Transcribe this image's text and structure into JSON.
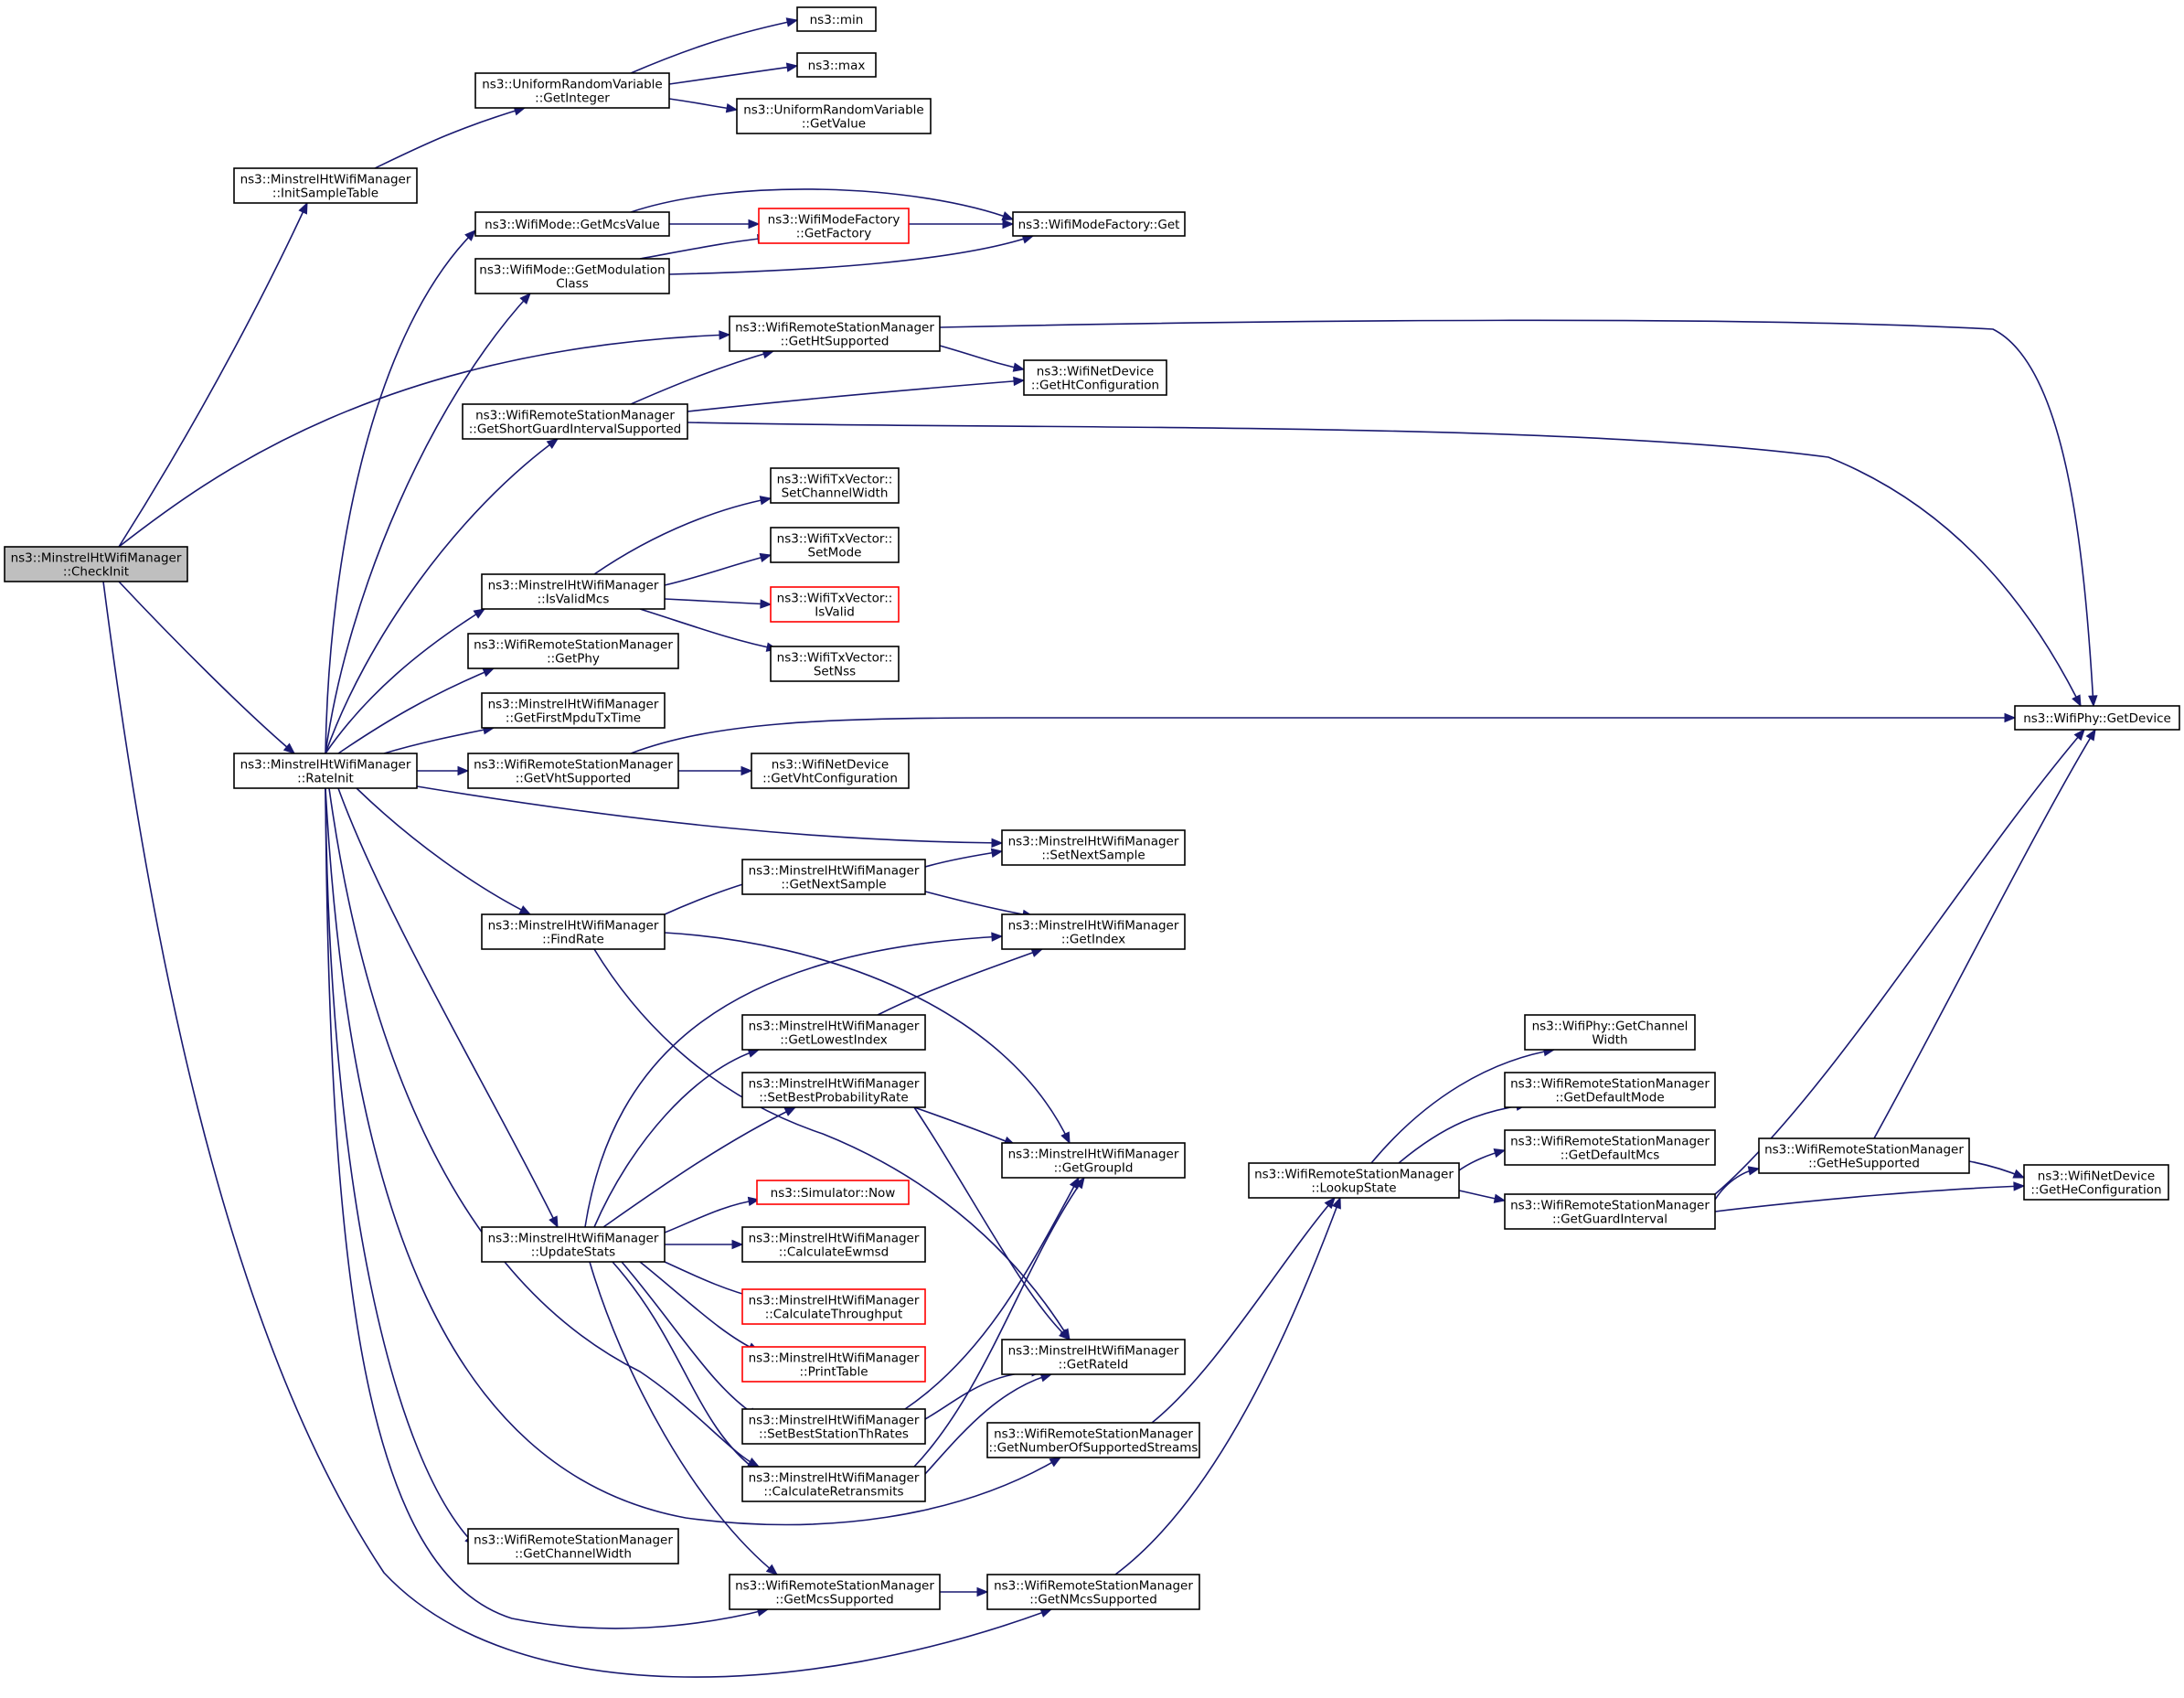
{
  "graph": {
    "colors": {
      "edge": "#191970",
      "box": "#000000",
      "highlight_box": "#ff0000",
      "root_fill": "#bfbfbf"
    },
    "nodes": [
      {
        "id": "CheckInit",
        "lines": [
          "ns3::MinstrelHtWifiManager",
          "::CheckInit"
        ],
        "style": "root"
      },
      {
        "id": "InitSampleTable",
        "lines": [
          "ns3::MinstrelHtWifiManager",
          "::InitSampleTable"
        ],
        "style": "normal"
      },
      {
        "id": "URV_GetInteger",
        "lines": [
          "ns3::UniformRandomVariable",
          "::GetInteger"
        ],
        "style": "normal"
      },
      {
        "id": "min",
        "lines": [
          "ns3::min"
        ],
        "style": "normal"
      },
      {
        "id": "max",
        "lines": [
          "ns3::max"
        ],
        "style": "normal"
      },
      {
        "id": "URV_GetValue",
        "lines": [
          "ns3::UniformRandomVariable",
          "::GetValue"
        ],
        "style": "normal"
      },
      {
        "id": "GetMcsValue",
        "lines": [
          "ns3::WifiMode::GetMcsValue"
        ],
        "style": "normal"
      },
      {
        "id": "GetFactory",
        "lines": [
          "ns3::WifiModeFactory",
          "::GetFactory"
        ],
        "style": "red"
      },
      {
        "id": "WMF_Get",
        "lines": [
          "ns3::WifiModeFactory::Get"
        ],
        "style": "normal"
      },
      {
        "id": "GetModulationClass",
        "lines": [
          "ns3::WifiMode::GetModulation",
          "Class"
        ],
        "style": "normal"
      },
      {
        "id": "GetHtSupported",
        "lines": [
          "ns3::WifiRemoteStationManager",
          "::GetHtSupported"
        ],
        "style": "normal"
      },
      {
        "id": "GetHtConfiguration",
        "lines": [
          "ns3::WifiNetDevice",
          "::GetHtConfiguration"
        ],
        "style": "normal"
      },
      {
        "id": "GetSGISupported",
        "lines": [
          "ns3::WifiRemoteStationManager",
          "::GetShortGuardIntervalSupported"
        ],
        "style": "normal"
      },
      {
        "id": "SetChannelWidth",
        "lines": [
          "ns3::WifiTxVector::",
          "SetChannelWidth"
        ],
        "style": "normal"
      },
      {
        "id": "SetMode",
        "lines": [
          "ns3::WifiTxVector::",
          "SetMode"
        ],
        "style": "normal"
      },
      {
        "id": "IsValidMcs",
        "lines": [
          "ns3::MinstrelHtWifiManager",
          "::IsValidMcs"
        ],
        "style": "normal"
      },
      {
        "id": "IsValid",
        "lines": [
          "ns3::WifiTxVector::",
          "IsValid"
        ],
        "style": "red"
      },
      {
        "id": "GetPhy",
        "lines": [
          "ns3::WifiRemoteStationManager",
          "::GetPhy"
        ],
        "style": "normal"
      },
      {
        "id": "SetNss",
        "lines": [
          "ns3::WifiTxVector::",
          "SetNss"
        ],
        "style": "normal"
      },
      {
        "id": "GetFirstMpduTxTime",
        "lines": [
          "ns3::MinstrelHtWifiManager",
          "::GetFirstMpduTxTime"
        ],
        "style": "normal"
      },
      {
        "id": "PhyGetDevice",
        "lines": [
          "ns3::WifiPhy::GetDevice"
        ],
        "style": "normal"
      },
      {
        "id": "RateInit",
        "lines": [
          "ns3::MinstrelHtWifiManager",
          "::RateInit"
        ],
        "style": "normal"
      },
      {
        "id": "GetVhtSupported",
        "lines": [
          "ns3::WifiRemoteStationManager",
          "::GetVhtSupported"
        ],
        "style": "normal"
      },
      {
        "id": "GetVhtConfiguration",
        "lines": [
          "ns3::WifiNetDevice",
          "::GetVhtConfiguration"
        ],
        "style": "normal"
      },
      {
        "id": "SetNextSample",
        "lines": [
          "ns3::MinstrelHtWifiManager",
          "::SetNextSample"
        ],
        "style": "normal"
      },
      {
        "id": "GetNextSample",
        "lines": [
          "ns3::MinstrelHtWifiManager",
          "::GetNextSample"
        ],
        "style": "normal"
      },
      {
        "id": "FindRate",
        "lines": [
          "ns3::MinstrelHtWifiManager",
          "::FindRate"
        ],
        "style": "normal"
      },
      {
        "id": "GetIndex",
        "lines": [
          "ns3::MinstrelHtWifiManager",
          "::GetIndex"
        ],
        "style": "normal"
      },
      {
        "id": "GetLowestIndex",
        "lines": [
          "ns3::MinstrelHtWifiManager",
          "::GetLowestIndex"
        ],
        "style": "normal"
      },
      {
        "id": "PhyGetChannelWidth",
        "lines": [
          "ns3::WifiPhy::GetChannel",
          "Width"
        ],
        "style": "normal"
      },
      {
        "id": "SetBestProbabilityRate",
        "lines": [
          "ns3::MinstrelHtWifiManager",
          "::SetBestProbabilityRate"
        ],
        "style": "normal"
      },
      {
        "id": "GetDefaultMode",
        "lines": [
          "ns3::WifiRemoteStationManager",
          "::GetDefaultMode"
        ],
        "style": "normal"
      },
      {
        "id": "GetDefaultMcs",
        "lines": [
          "ns3::WifiRemoteStationManager",
          "::GetDefaultMcs"
        ],
        "style": "normal"
      },
      {
        "id": "GetGroupId",
        "lines": [
          "ns3::MinstrelHtWifiManager",
          "::GetGroupId"
        ],
        "style": "normal"
      },
      {
        "id": "GetHeSupported",
        "lines": [
          "ns3::WifiRemoteStationManager",
          "::GetHeSupported"
        ],
        "style": "normal"
      },
      {
        "id": "LookupState",
        "lines": [
          "ns3::WifiRemoteStationManager",
          "::LookupState"
        ],
        "style": "normal"
      },
      {
        "id": "GetHeConfiguration",
        "lines": [
          "ns3::WifiNetDevice",
          "::GetHeConfiguration"
        ],
        "style": "normal"
      },
      {
        "id": "SimulatorNow",
        "lines": [
          "ns3::Simulator::Now"
        ],
        "style": "red"
      },
      {
        "id": "GetGuardInterval",
        "lines": [
          "ns3::WifiRemoteStationManager",
          "::GetGuardInterval"
        ],
        "style": "normal"
      },
      {
        "id": "UpdateStats",
        "lines": [
          "ns3::MinstrelHtWifiManager",
          "::UpdateStats"
        ],
        "style": "normal"
      },
      {
        "id": "CalculateEwmsd",
        "lines": [
          "ns3::MinstrelHtWifiManager",
          "::CalculateEwmsd"
        ],
        "style": "normal"
      },
      {
        "id": "CalculateThroughput",
        "lines": [
          "ns3::MinstrelHtWifiManager",
          "::CalculateThroughput"
        ],
        "style": "red"
      },
      {
        "id": "PrintTable",
        "lines": [
          "ns3::MinstrelHtWifiManager",
          "::PrintTable"
        ],
        "style": "red"
      },
      {
        "id": "GetRateId",
        "lines": [
          "ns3::MinstrelHtWifiManager",
          "::GetRateId"
        ],
        "style": "normal"
      },
      {
        "id": "SetBestStationThRates",
        "lines": [
          "ns3::MinstrelHtWifiManager",
          "::SetBestStationThRates"
        ],
        "style": "normal"
      },
      {
        "id": "GetNumberOfSupportedStreams",
        "lines": [
          "ns3::WifiRemoteStationManager",
          "::GetNumberOfSupportedStreams"
        ],
        "style": "normal"
      },
      {
        "id": "CalculateRetransmits",
        "lines": [
          "ns3::MinstrelHtWifiManager",
          "::CalculateRetransmits"
        ],
        "style": "normal"
      },
      {
        "id": "GetChannelWidth",
        "lines": [
          "ns3::WifiRemoteStationManager",
          "::GetChannelWidth"
        ],
        "style": "normal"
      },
      {
        "id": "GetMcsSupported",
        "lines": [
          "ns3::WifiRemoteStationManager",
          "::GetMcsSupported"
        ],
        "style": "normal"
      },
      {
        "id": "GetNMcsSupported",
        "lines": [
          "ns3::WifiRemoteStationManager",
          "::GetNMcsSupported"
        ],
        "style": "normal"
      }
    ]
  }
}
